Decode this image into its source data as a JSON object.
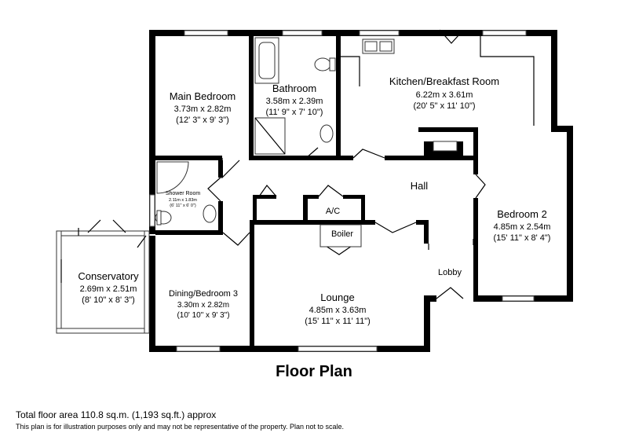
{
  "title": "Floor Plan",
  "total_area": "Total floor area 110.8 sq.m. (1,193 sq.ft.) approx",
  "disclaimer": "This plan is for illustration purposes only and may not be representative of the property. Plan not to scale.",
  "rooms": {
    "main_bedroom": {
      "name": "Main Bedroom",
      "metric": "3.73m x 2.82m",
      "imperial": "(12' 3\" x 9' 3\")"
    },
    "bathroom": {
      "name": "Bathroom",
      "metric": "3.58m x 2.39m",
      "imperial": "(11' 9\" x 7' 10\")"
    },
    "kitchen": {
      "name": "Kitchen/Breakfast Room",
      "metric": "6.22m x 3.61m",
      "imperial": "(20' 5\" x 11' 10\")"
    },
    "shower_room": {
      "name": "Shower Room",
      "metric": "2.11m x 1.83m",
      "imperial": "(6' 11\" x 6' 0\")"
    },
    "hall": {
      "name": "Hall"
    },
    "ac": {
      "name": "A/C"
    },
    "boiler": {
      "name": "Boiler"
    },
    "bedroom2": {
      "name": "Bedroom 2",
      "metric": "4.85m x 2.54m",
      "imperial": "(15' 11\" x 8' 4\")"
    },
    "conservatory": {
      "name": "Conservatory",
      "metric": "2.69m x 2.51m",
      "imperial": "(8' 10\" x 8' 3\")"
    },
    "dining": {
      "name": "Dining/Bedroom 3",
      "metric": "3.30m x 2.82m",
      "imperial": "(10' 10\" x 9' 3\")"
    },
    "lounge": {
      "name": "Lounge",
      "metric": "4.85m x 3.63m",
      "imperial": "(15' 11\" x 11' 11\")"
    },
    "lobby": {
      "name": "Lobby"
    }
  }
}
